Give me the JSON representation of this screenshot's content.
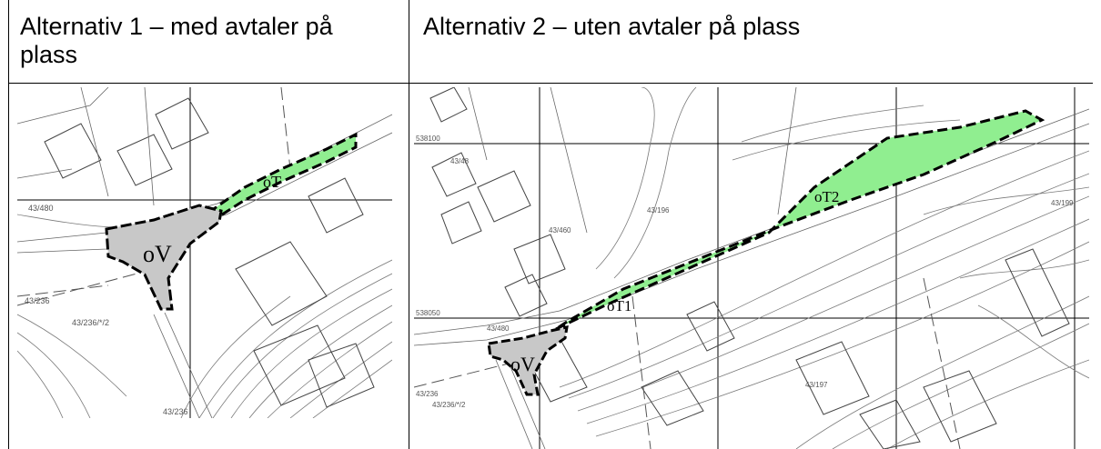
{
  "headers": {
    "left": "Alternativ 1 – med avtaler på plass",
    "right": "Alternativ 2 – uten avtaler på plass"
  },
  "map1": {
    "zones": {
      "road": "oV",
      "path": "oT"
    },
    "parcels": {
      "p1": "43/480",
      "p2": "43/236",
      "p3": "43/236/*/2",
      "p4": "43/236"
    },
    "colors": {
      "green": "#90EE90",
      "gray": "#C8C8C8"
    }
  },
  "map2": {
    "zones": {
      "road": "oV",
      "path1": "oT1",
      "path2": "oT2"
    },
    "parcels": {
      "p1": "43/48",
      "p2": "43/460",
      "p3": "43/196",
      "p4": "43/199",
      "p5": "43/480",
      "p6": "43/236",
      "p7": "43/236/*/2",
      "p8": "43/197"
    },
    "coords": {
      "c1": "538100",
      "c2": "538050"
    },
    "colors": {
      "green": "#90EE90",
      "gray": "#C8C8C8"
    }
  }
}
